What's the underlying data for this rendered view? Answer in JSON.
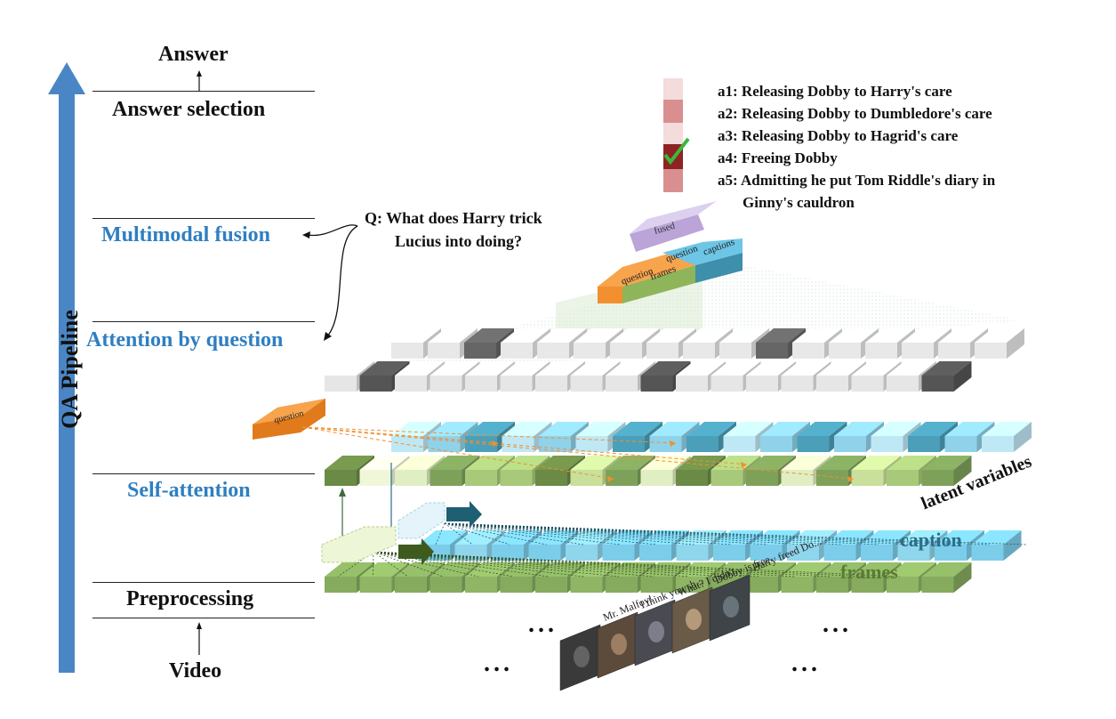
{
  "pipeline": {
    "axis_label": "QA Pipeline",
    "stages": [
      {
        "id": "answer",
        "label": "Answer"
      },
      {
        "id": "answer-selection",
        "label": "Answer selection"
      },
      {
        "id": "multimodal-fusion",
        "label": "Multimodal fusion"
      },
      {
        "id": "attention-by-question",
        "label": "Attention by question"
      },
      {
        "id": "self-attention",
        "label": "Self-attention"
      },
      {
        "id": "preprocessing",
        "label": "Preprocessing"
      },
      {
        "id": "video",
        "label": "Video"
      }
    ]
  },
  "question": {
    "line1": "Q: What does Harry trick",
    "line2": "Lucius into doing?"
  },
  "answers": [
    {
      "label": "a1: Releasing Dobby to Harry's care",
      "score": 0.2,
      "correct": false
    },
    {
      "label": "a2: Releasing Dobby to Dumbledore's care",
      "score": 0.55,
      "correct": false
    },
    {
      "label": "a3: Releasing Dobby to Hagrid's care",
      "score": 0.15,
      "correct": false
    },
    {
      "label": "a4: Freeing Dobby",
      "score": 1.0,
      "correct": true
    },
    {
      "label": "a5: Admitting he put Tom Riddle's diary in",
      "score": 0.45,
      "correct": false
    }
  ],
  "answer_continuation": "Ginny's cauldron",
  "blocks": {
    "fused": "fused",
    "question": "question",
    "frames": "frames",
    "captions": "captions",
    "question_left": "question"
  },
  "layer_labels": {
    "latent": "latent variables",
    "caption": "caption",
    "frames": "frames"
  },
  "subtitles": [
    "Mr. Malfoy!",
    "I think you sh...",
    "What? I didn't...",
    "Dobby is free.",
    "Harry freed Do..."
  ],
  "ellipsis": "...",
  "colors": {
    "pipeline_arrow": "#4a86c5",
    "stage_blue": "#2f7fc1",
    "frames_green": "#7ea15a",
    "latent_green": "#a8c97a",
    "caption_blue": "#6dc6e6",
    "question_orange": "#f28f2f",
    "fused_purple": "#c9b7e0",
    "check_green": "#3bb73b"
  }
}
